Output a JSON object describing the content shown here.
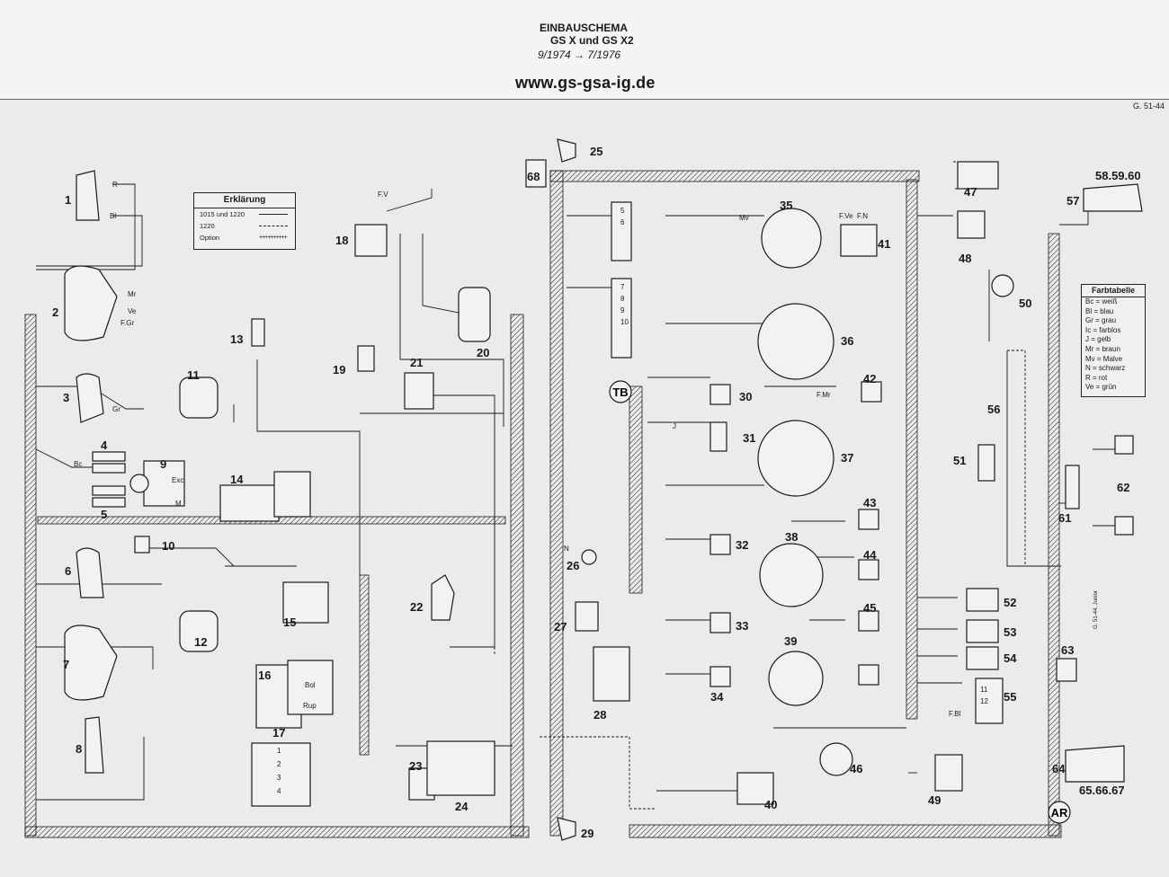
{
  "header": {
    "title": "EINBAUSCHEMA",
    "subtitle": "GS X und GS X2",
    "dates": "9/1974 → 7/1976",
    "url": "www.gs-gsa-ig.de"
  },
  "reference": "G. 51-44",
  "side_note": "G. 51-44, Junior",
  "legend": {
    "title": "Erklärung",
    "rows": [
      {
        "label": "1015 und 1220",
        "style": "solid"
      },
      {
        "label": "1220",
        "style": "dashed"
      },
      {
        "label": "Option",
        "style": "plus"
      }
    ]
  },
  "farbtabelle": {
    "title": "Farbtabelle",
    "rows": [
      "Bc = weiß",
      "Bl = blau",
      "Gr = grau",
      "Ic = farblos",
      "J = gelb",
      "Mr = braun",
      "Mv = Malve",
      "N = schwarz",
      "R = rot",
      "Ve = grün"
    ]
  },
  "markers": [
    "TB",
    "AR"
  ],
  "components": [
    "1",
    "2",
    "3",
    "4",
    "5",
    "6",
    "7",
    "8",
    "9",
    "10",
    "11",
    "12",
    "13",
    "14",
    "15",
    "16",
    "17",
    "18",
    "19",
    "20",
    "21",
    "22",
    "23",
    "24",
    "25",
    "26",
    "27",
    "28",
    "29",
    "30",
    "31",
    "32",
    "33",
    "34",
    "35",
    "36",
    "37",
    "38",
    "39",
    "40",
    "41",
    "42",
    "43",
    "44",
    "45",
    "46",
    "47",
    "48",
    "49",
    "50",
    "51",
    "52",
    "53",
    "54",
    "55",
    "56",
    "57",
    "58.59.60",
    "61",
    "62",
    "63",
    "64",
    "65.66.67",
    "68"
  ],
  "wire_labels": [
    "R",
    "Bl",
    "Gr",
    "Mr",
    "Ve",
    "F.Gr",
    "Bc",
    "J",
    "N",
    "Mv",
    "F.V",
    "F.Ve",
    "F.N",
    "F.Mr",
    "F.Bl",
    "Bol",
    "Rup",
    "Exc",
    "M"
  ],
  "connector_numbers": [
    "1",
    "2",
    "3",
    "4",
    "5",
    "6",
    "7",
    "8",
    "9",
    "10",
    "11",
    "12"
  ],
  "colors": {
    "ink": "#1a1a1a",
    "paper": "#ebebea"
  }
}
